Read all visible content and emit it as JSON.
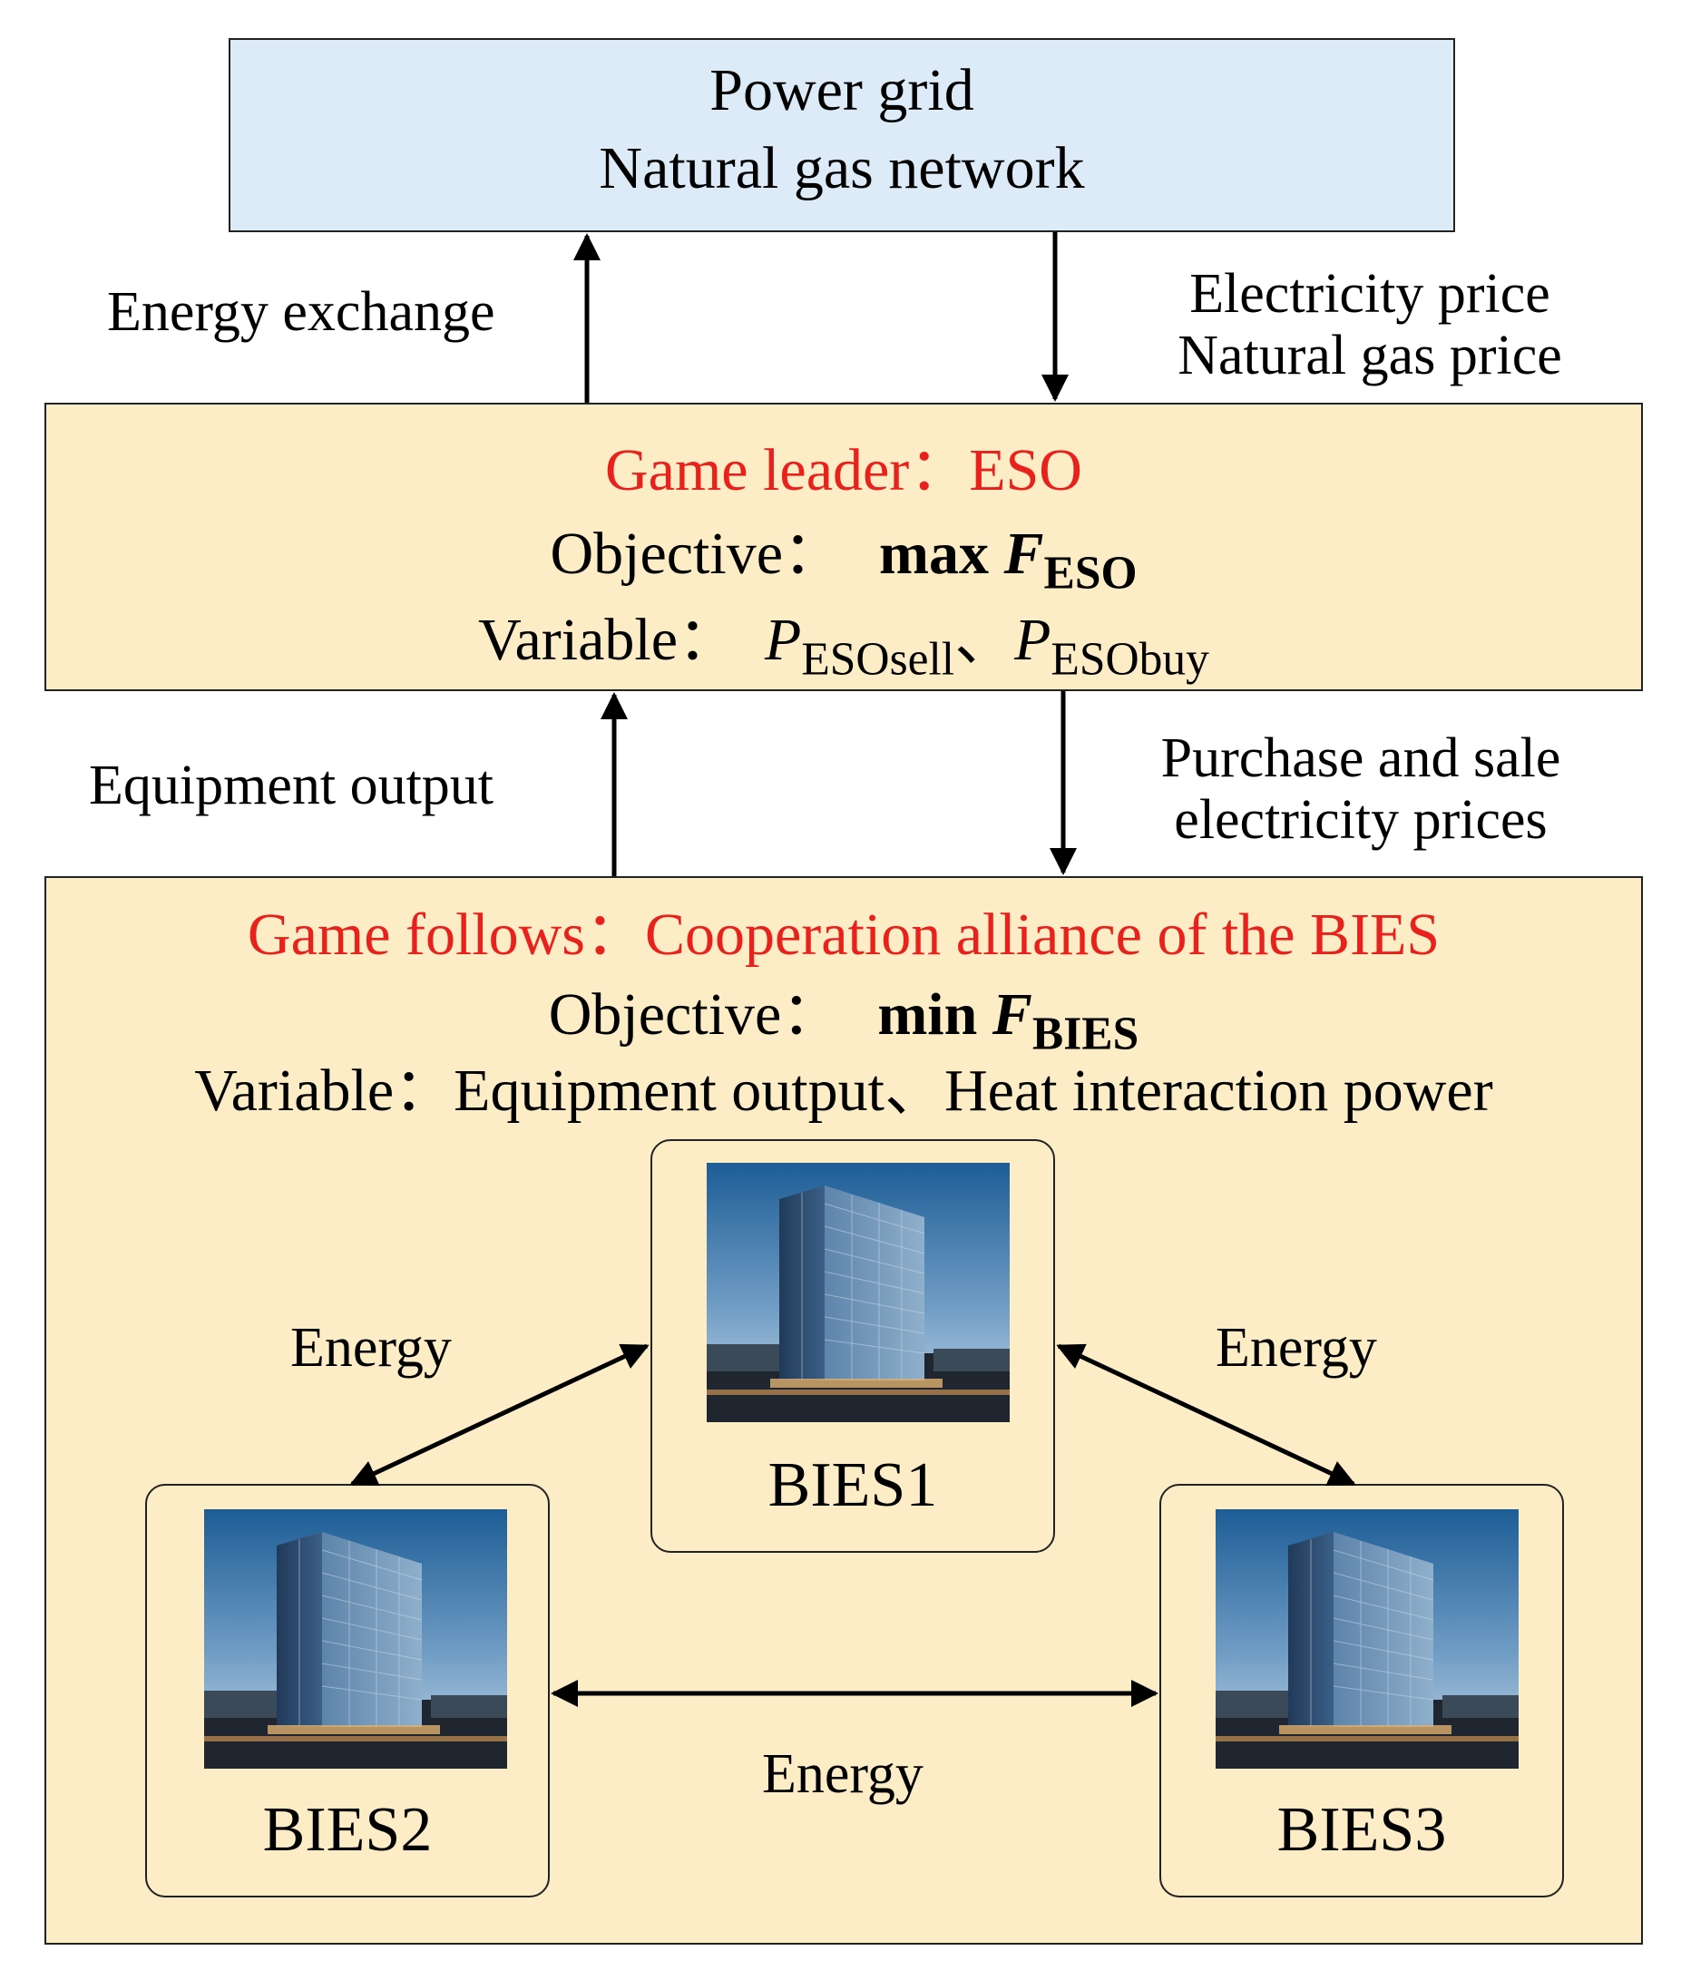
{
  "grid": {
    "line1": "Power grid",
    "line2": "Natural gas network"
  },
  "edges": {
    "energy_exchange": "Energy exchange",
    "prices_line1": "Electricity price",
    "prices_line2": "Natural gas price",
    "equipment_output": "Equipment output",
    "purchase_line1": "Purchase and sale",
    "purchase_line2": "electricity prices",
    "energy_12": "Energy",
    "energy_13": "Energy",
    "energy_23": "Energy"
  },
  "leader": {
    "title": "Game leader：ESO",
    "objective_label": "Objective：",
    "objective_op": "max",
    "objective_var": "F",
    "objective_sub": "ESO",
    "variable_label": "Variable：",
    "var1": "P",
    "var1_sub": "ESOsell",
    "separator": "、",
    "var2": "P",
    "var2_sub": "ESObuy"
  },
  "follower": {
    "title": "Game follows：Cooperation alliance of the BIES",
    "objective_label": "Objective：",
    "objective_op": "min",
    "objective_var": "F",
    "objective_sub": "BIES",
    "variable_text": "Variable：Equipment output、Heat interaction power"
  },
  "nodes": [
    {
      "name": "BIES1",
      "icon": "building-photo"
    },
    {
      "name": "BIES2",
      "icon": "building-photo"
    },
    {
      "name": "BIES3",
      "icon": "building-photo"
    }
  ],
  "colors": {
    "grid_fill": "#dcebf7",
    "game_fill": "#fdedc6",
    "title_red": "#e8211c"
  }
}
